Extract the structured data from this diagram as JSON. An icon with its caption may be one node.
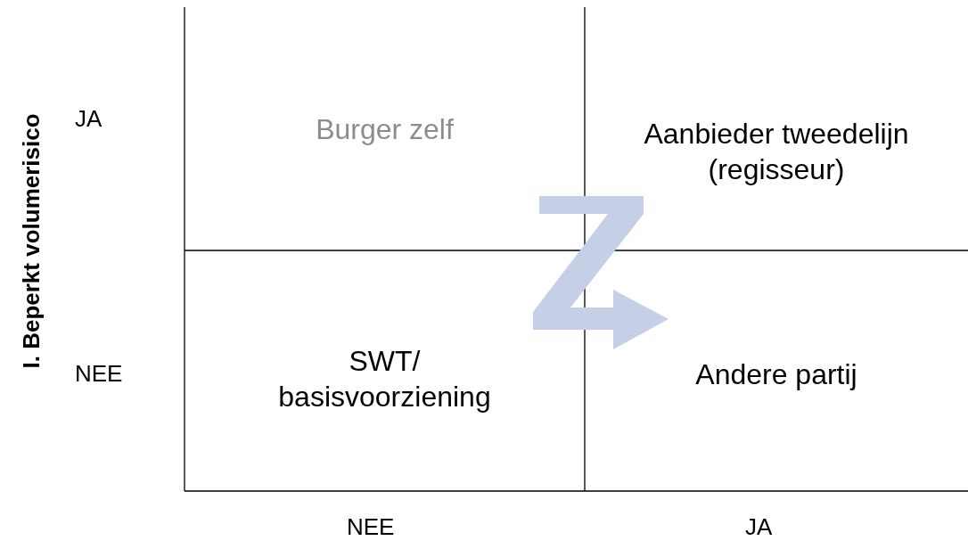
{
  "diagram": {
    "nodes": [
      {
        "text": [
          "Burger zelf"
        ]
      },
      {
        "text": [
          "Aanbieder tweedelijn (regisseur)"
        ]
      },
      {
        "text": [
          "SWT/ basisvoorziening"
        ]
      },
      {
        "text": [
          "Andere partij"
        ]
      }
    ],
    "labels": [
      "I. Beperkt volumerisico",
      "JA",
      "NEE",
      "NEE",
      "JA"
    ]
  }
}
